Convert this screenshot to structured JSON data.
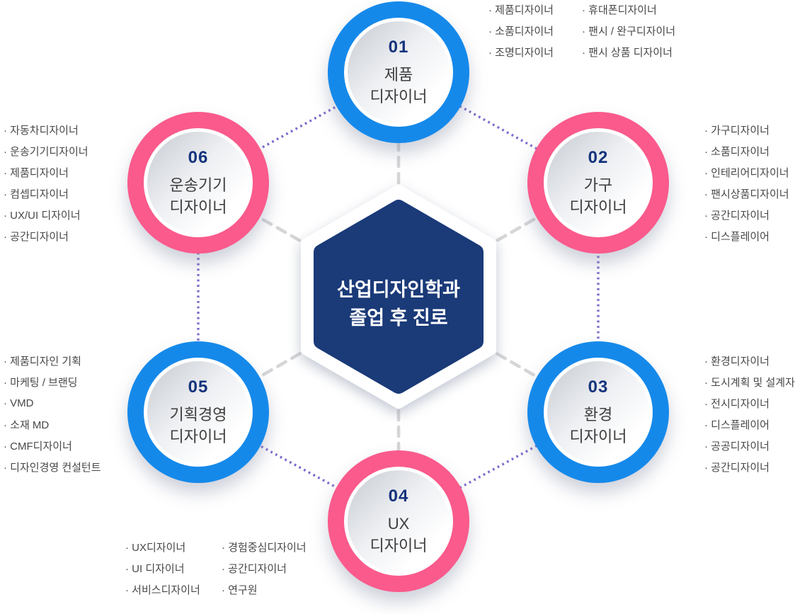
{
  "title": {
    "line1": "산업디자인학과",
    "line2": "졸업 후 진로"
  },
  "bullet": "·",
  "colors": {
    "blue_ring": "#1589ea",
    "pink_ring": "#fa5a8c",
    "hexagon_navy": "#1a3a78",
    "number_navy": "#15337d",
    "dotted_purple": "#7e6bcc",
    "dashed_gray": "#d6d6d8",
    "list_text": "#484848"
  },
  "nodes": [
    {
      "number": "01",
      "label_line1": "제품",
      "label_line2": "디자이너",
      "ring_color": "#1589ea"
    },
    {
      "number": "02",
      "label_line1": "가구",
      "label_line2": "디자이너",
      "ring_color": "#fa5a8c"
    },
    {
      "number": "03",
      "label_line1": "환경",
      "label_line2": "디자이너",
      "ring_color": "#1589ea"
    },
    {
      "number": "04",
      "label_line1": "UX",
      "label_line2": "디자이너",
      "ring_color": "#fa5a8c"
    },
    {
      "number": "05",
      "label_line1": "기획경영",
      "label_line2": "디자이너",
      "ring_color": "#1589ea"
    },
    {
      "number": "06",
      "label_line1": "운송기기",
      "label_line2": "디자이너",
      "ring_color": "#fa5a8c"
    }
  ],
  "lists": {
    "product": {
      "col1": [
        "제품디자이너",
        "소품디자이너",
        "조명디자이너"
      ],
      "col2": [
        "휴대폰디자이너",
        "팬시 / 완구디자이너",
        "팬시 상품 디자이너"
      ]
    },
    "furniture": {
      "items": [
        "가구디자이너",
        "소품디자이너",
        "인테리어디자이너",
        "팬시상품디자이너",
        "공간디자이너",
        "디스플레이어"
      ]
    },
    "environment": {
      "items": [
        "환경디자이너",
        "도시계획 및 설계자",
        "전시디자이너",
        "디스플레이어",
        "공공디자이너",
        "공간디자이너"
      ]
    },
    "ux": {
      "col1": [
        "UX디자이너",
        "UI 디자이너",
        "서비스디자이너"
      ],
      "col2": [
        "경험중심디자이너",
        "공간디자이너",
        "연구원"
      ]
    },
    "planning": {
      "items": [
        "제품디자인 기획",
        "마케팅 / 브랜딩",
        "VMD",
        "소재 MD",
        "CMF디자이너",
        "디자인경영 컨설턴트"
      ]
    },
    "transport": {
      "items": [
        "자동차디자이너",
        "운송기기디자이너",
        "제품디자이너",
        "컴셉디자이너",
        "UX/UI 디자이너",
        "공간디자이너"
      ]
    }
  }
}
